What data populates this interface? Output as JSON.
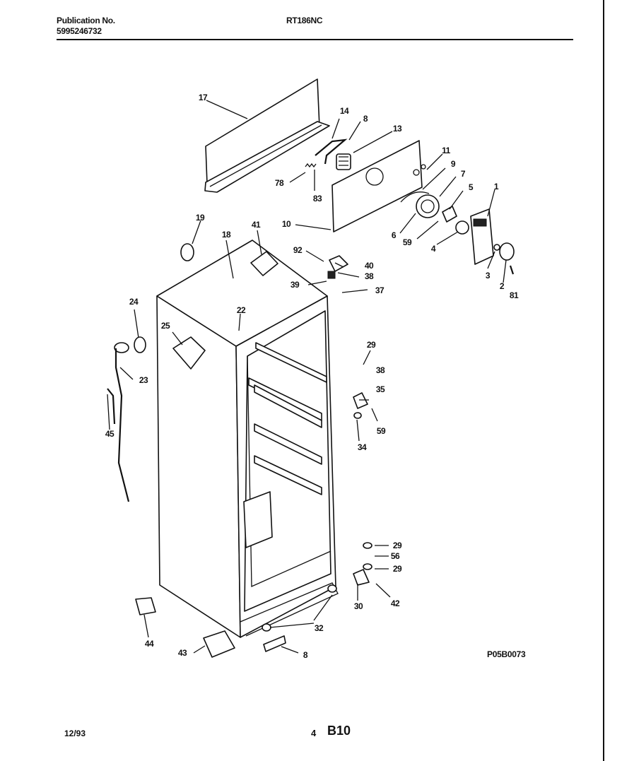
{
  "header": {
    "publication_label": "Publication No.",
    "publication_number": "5995246732",
    "model": "RT186NC"
  },
  "diagram_code": "P05B0073",
  "footer": {
    "date": "12/93",
    "page_number": "4",
    "section": "B10"
  },
  "callouts": {
    "c17": "17",
    "c14": "14",
    "c8a": "8",
    "c13": "13",
    "c11": "11",
    "c9": "9",
    "c7": "7",
    "c5": "5",
    "c1": "1",
    "c78": "78",
    "c83": "83",
    "c19": "19",
    "c18": "18",
    "c41": "41",
    "c10": "10",
    "c6": "6",
    "c59a": "59",
    "c4": "4",
    "c3": "3",
    "c2": "2",
    "c81": "81",
    "c92": "92",
    "c40": "40",
    "c38a": "38",
    "c39": "39",
    "c37": "37",
    "c24": "24",
    "c22": "22",
    "c25": "25",
    "c23": "23",
    "c45": "45",
    "c29a": "29",
    "c38b": "38",
    "c35": "35",
    "c59b": "59",
    "c34": "34",
    "c29b": "29",
    "c56": "56",
    "c29c": "29",
    "c42": "42",
    "c30": "30",
    "c32": "32",
    "c44": "44",
    "c43": "43",
    "c8b": "8"
  }
}
